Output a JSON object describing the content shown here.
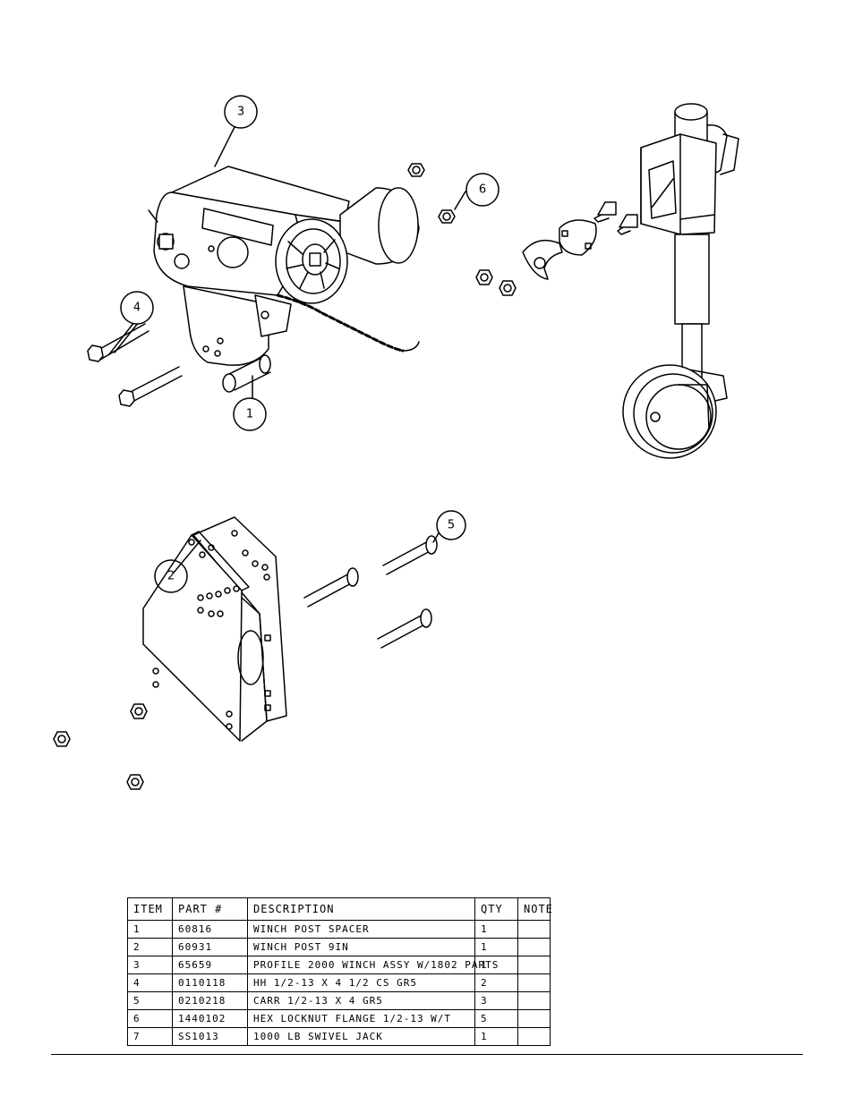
{
  "callouts": [
    {
      "id": "c3",
      "label": "3"
    },
    {
      "id": "c6",
      "label": "6"
    },
    {
      "id": "c4",
      "label": "4"
    },
    {
      "id": "c1",
      "label": "1"
    },
    {
      "id": "c5",
      "label": "5"
    },
    {
      "id": "c2",
      "label": "2"
    }
  ],
  "bom": {
    "headers": {
      "item": "ITEM",
      "part": "PART #",
      "description": "DESCRIPTION",
      "qty": "QTY",
      "note": "NOTE"
    },
    "rows": [
      {
        "item": "1",
        "part": "60816",
        "description": "WINCH POST SPACER",
        "qty": "1",
        "note": ""
      },
      {
        "item": "2",
        "part": "60931",
        "description": "WINCH POST 9IN",
        "qty": "1",
        "note": ""
      },
      {
        "item": "3",
        "part": "65659",
        "description": "PROFILE 2000 WINCH ASSY W/1802 PARTS",
        "qty": "1",
        "note": ""
      },
      {
        "item": "4",
        "part": "0110118",
        "description": "HH 1/2-13 X 4 1/2 CS GR5",
        "qty": "2",
        "note": ""
      },
      {
        "item": "5",
        "part": "0210218",
        "description": "CARR 1/2-13 X 4 GR5",
        "qty": "3",
        "note": ""
      },
      {
        "item": "6",
        "part": "1440102",
        "description": "HEX LOCKNUT FLANGE 1/2-13 W/T",
        "qty": "5",
        "note": ""
      },
      {
        "item": "7",
        "part": "SS1013",
        "description": "1000 LB SWIVEL JACK",
        "qty": "1",
        "note": ""
      }
    ]
  }
}
